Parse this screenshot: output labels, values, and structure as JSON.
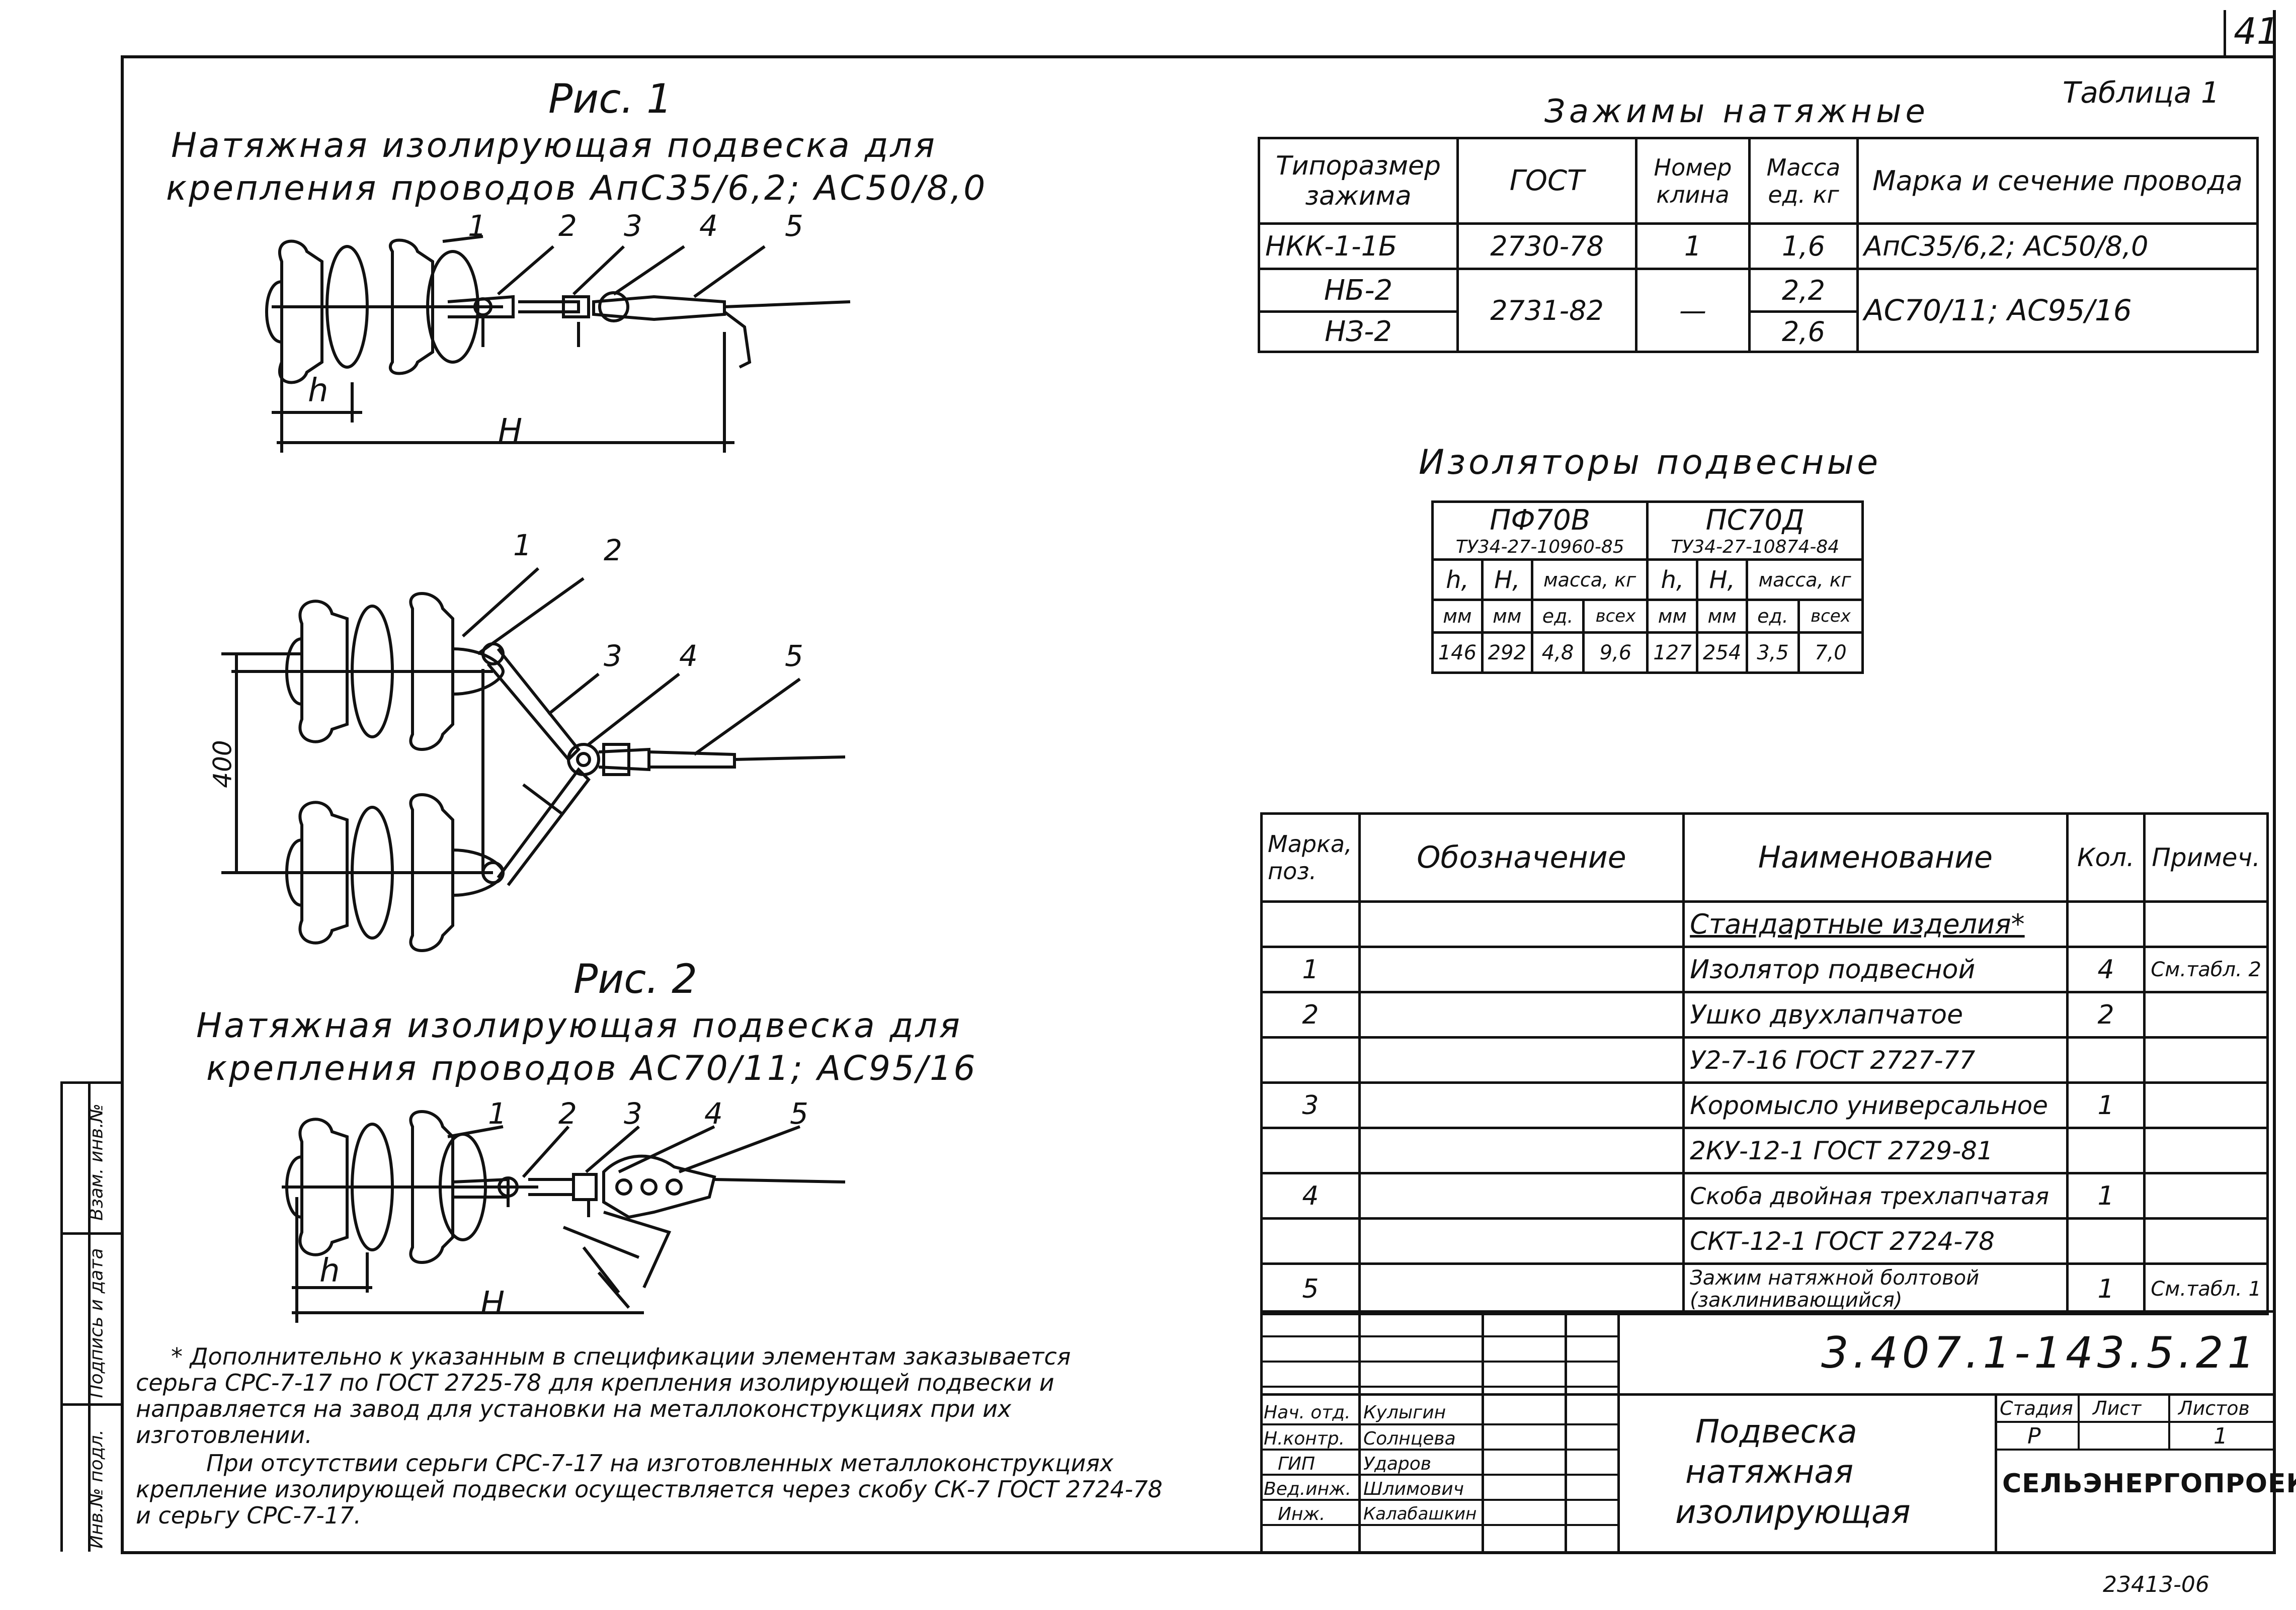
{
  "sheet": {
    "page_number": "41",
    "stamp_bottom": "23413-06",
    "left_margin_stamp": [
      "Инв.№ подл.",
      "Подпись и дата",
      "Взам. инв.№"
    ]
  },
  "fig1": {
    "caption": "Рис. 1",
    "title_line1": "Натяжная изолирующая подвеска для",
    "title_line2": "крепления проводов АпС35/6,2; АС50/8,0",
    "labels": [
      "1",
      "2",
      "3",
      "4",
      "5"
    ],
    "dim_h": "h",
    "dim_H": "H"
  },
  "fig_middle": {
    "labels": [
      "1",
      "2",
      "3",
      "4",
      "5"
    ],
    "dim_400": "400"
  },
  "fig2": {
    "caption": "Рис. 2",
    "title_line1": "Натяжная изолирующая подвеска для",
    "title_line2": "крепления проводов АС70/11; АС95/16",
    "labels": [
      "1",
      "2",
      "3",
      "4",
      "5"
    ],
    "dim_h": "h",
    "dim_H": "H"
  },
  "table1": {
    "label": "Таблица 1",
    "title": "Зажимы натяжные",
    "headers": [
      "Типоразмер зажима",
      "ГОСТ",
      "Номер клина",
      "Масса ед. кг",
      "Марка и сечение провода"
    ],
    "rows": [
      [
        "НКК-1-1Б",
        "2730-78",
        "1",
        "1,6",
        "АпС35/6,2; АС50/8,0"
      ],
      [
        "НБ-2",
        "2731-82",
        "—",
        "2,2",
        "АС70/11; АС95/16"
      ],
      [
        "НЗ-2",
        "",
        "",
        "2,6",
        ""
      ]
    ]
  },
  "table2": {
    "title": "Изоляторы подвесные",
    "col_groups": [
      {
        "name": "ПФ70В",
        "spec": "ТУ34-27-10960-85"
      },
      {
        "name": "ПС70Д",
        "spec": "ТУ34-27-10874-84"
      }
    ],
    "subhead": [
      "h,",
      "H,",
      "масса, кг",
      "h,",
      "H,",
      "масса, кг"
    ],
    "units": [
      "мм",
      "мм",
      "ед.",
      "всех",
      "мм",
      "мм",
      "ед.",
      "всех"
    ],
    "values": [
      "146",
      "292",
      "4,8",
      "9,6",
      "127",
      "254",
      "3,5",
      "7,0"
    ]
  },
  "spec": {
    "headers": [
      "Марка, поз.",
      "Обозначение",
      "Наименование",
      "Кол.",
      "Примеч."
    ],
    "rows": [
      {
        "pos": "",
        "name": "Стандартные изделия*",
        "qty": "",
        "note": ""
      },
      {
        "pos": "1",
        "name": "Изолятор подвесной",
        "qty": "4",
        "note": "См.табл. 2"
      },
      {
        "pos": "2",
        "name": "Ушко двухлапчатое",
        "qty": "2",
        "note": ""
      },
      {
        "pos": "",
        "name": "У2-7-16 ГОСТ 2727-77",
        "qty": "",
        "note": ""
      },
      {
        "pos": "3",
        "name": "Коромысло универсальное",
        "qty": "1",
        "note": ""
      },
      {
        "pos": "",
        "name": "2КУ-12-1 ГОСТ 2729-81",
        "qty": "",
        "note": ""
      },
      {
        "pos": "4",
        "name": "Скоба двойная трехлапчатая",
        "qty": "1",
        "note": ""
      },
      {
        "pos": "",
        "name": "СКТ-12-1 ГОСТ 2724-78",
        "qty": "",
        "note": ""
      },
      {
        "pos": "5",
        "name": "Зажим натяжной болтовой (заклинивающийся)",
        "qty": "1",
        "note": "См.табл. 1"
      }
    ]
  },
  "notes": {
    "line1": "* Дополнительно к указанным в спецификации элементам заказывается",
    "line2": "серьга СРС-7-17 по ГОСТ 2725-78 для крепления изолирующей подвески и",
    "line3": "направляется на завод для установки на металлоконструкциях при их",
    "line4": "изготовлении.",
    "line5": "При отсутствии серьги СРС-7-17 на изготовленных металлоконструкциях",
    "line6": "крепление изолирующей подвески осуществляется через скобу СК-7     ГОСТ 2724-78",
    "line7": "и серьгу СРС-7-17."
  },
  "title_block": {
    "doc_number": "3.407.1-143.5.21",
    "title_line1": "Подвеска",
    "title_line2": "натяжная",
    "title_line3": "изолирующая",
    "stage_label": "Стадия",
    "sheet_label": "Лист",
    "sheets_label": "Листов",
    "stage": "Р",
    "sheets": "1",
    "org": "СЕЛЬЭНЕРГОПРОЕКТ",
    "roles": [
      {
        "role": "Нач. отд.",
        "name": "Кулыгин"
      },
      {
        "role": "Н.контр.",
        "name": "Солнцева"
      },
      {
        "role": "ГИП",
        "name": "Ударов"
      },
      {
        "role": "Вед.инж.",
        "name": "Шлимович"
      },
      {
        "role": "Инж.",
        "name": "Калабашкин"
      }
    ]
  }
}
